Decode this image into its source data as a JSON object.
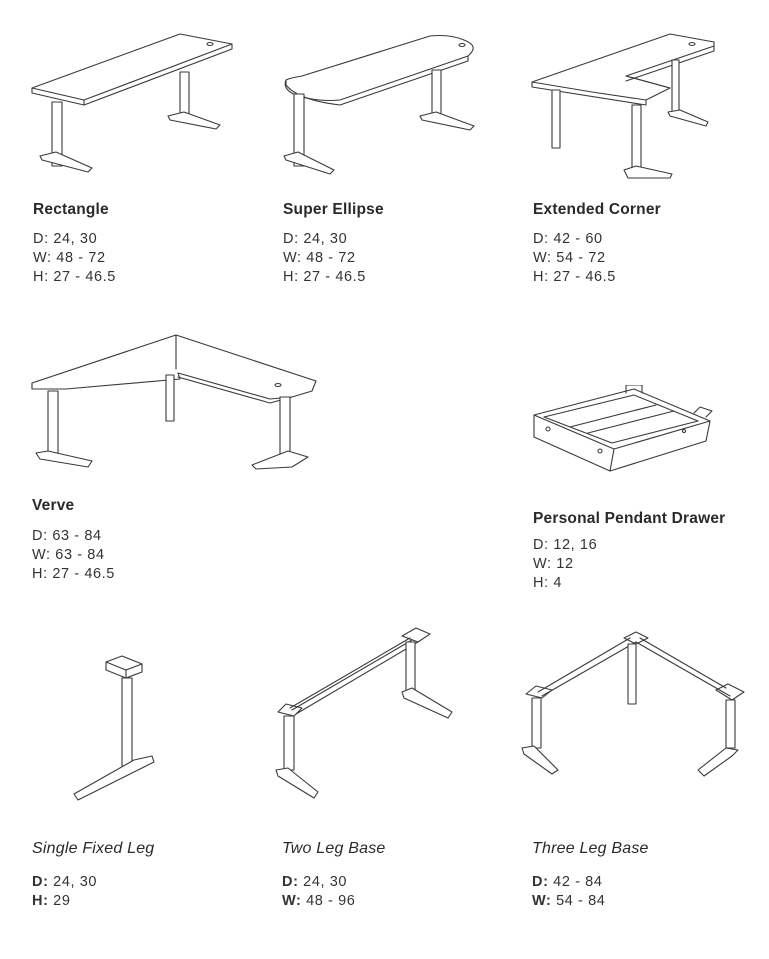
{
  "products": [
    {
      "name": "Rectangle",
      "specs": [
        "D: 24, 30",
        "W: 48 - 72",
        "H: 27 - 46.5"
      ]
    },
    {
      "name": "Super Ellipse",
      "specs": [
        "D: 24, 30",
        "W: 48 - 72",
        "H: 27 - 46.5"
      ]
    },
    {
      "name": "Extended Corner",
      "specs": [
        "D: 42 - 60",
        "W: 54 - 72",
        "H: 27 - 46.5"
      ]
    },
    {
      "name": "Verve",
      "specs": [
        "D: 63 - 84",
        "W: 63 - 84",
        "H: 27 - 46.5"
      ]
    },
    {
      "name": "Personal Pendant Drawer",
      "specs": [
        "D: 12, 16",
        "W: 12",
        "H: 4"
      ]
    }
  ],
  "bases": [
    {
      "name": "Single Fixed Leg",
      "specs": [
        {
          "label": "D:",
          "value": "24, 30"
        },
        {
          "label": "H:",
          "value": "29"
        }
      ]
    },
    {
      "name": "Two Leg Base",
      "specs": [
        {
          "label": "D:",
          "value": "24, 30"
        },
        {
          "label": "W:",
          "value": "48 - 96"
        }
      ]
    },
    {
      "name": "Three Leg Base",
      "specs": [
        {
          "label": "D:",
          "value": "42 - 84"
        },
        {
          "label": "W:",
          "value": "54 - 84"
        }
      ]
    }
  ]
}
